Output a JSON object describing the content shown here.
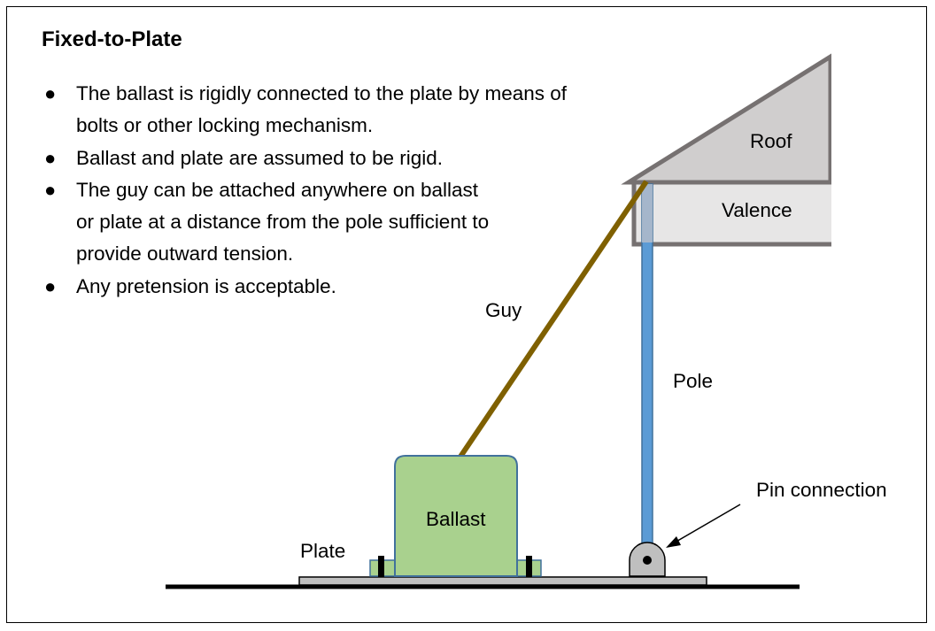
{
  "title": "Fixed-to-Plate",
  "bullets": [
    "The ballast is rigidly connected to the plate by means of bolts or other locking mechanism.",
    "Ballast and plate are assumed to be rigid.",
    "The guy can be attached anywhere on ballast or plate at a distance from the pole sufficient to provide outward tension.",
    "Any pretension is acceptable."
  ],
  "labels": {
    "roof": "Roof",
    "valence": "Valence",
    "guy": "Guy",
    "pole": "Pole",
    "ballast": "Ballast",
    "plate": "Plate",
    "pin_connection": "Pin connection"
  },
  "colors": {
    "roof_fill": "#d0cece",
    "roof_edge": "#767171",
    "valence_fill": "#e7e6e6",
    "pole": "#5b9bd5",
    "guy": "#7f6000",
    "ballast_fill": "#a9d18e",
    "ballast_edge": "#41719c",
    "plate_fill": "#bfbfbf",
    "ground": "#000000"
  }
}
